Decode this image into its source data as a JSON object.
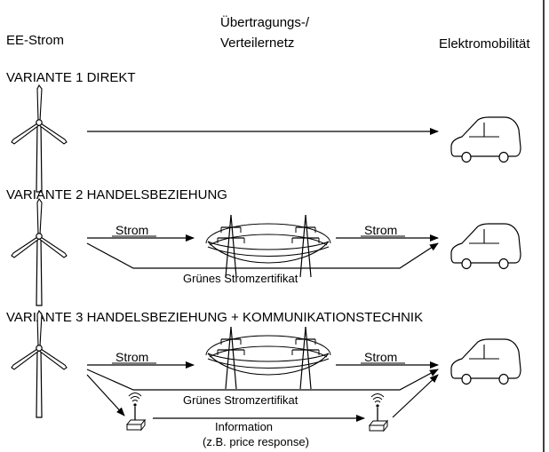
{
  "headers": {
    "source": "EE-Strom",
    "grid_line1": "Übertragungs-/",
    "grid_line2": "Verteilernetz",
    "sink": "Elektromobilität"
  },
  "variants": [
    {
      "title": "VARIANTE 1 DIREKT"
    },
    {
      "title": "VARIANTE 2 HANDELSBEZIEHUNG",
      "strom_left": "Strom",
      "strom_right": "Strom",
      "certificate": "Grünes Stromzertifikat"
    },
    {
      "title": "VARIANTE 3 HANDELSBEZIEHUNG + KOMMUNIKATIONSTECHNIK",
      "strom_left": "Strom",
      "strom_right": "Strom",
      "certificate": "Grünes Stromzertifikat",
      "info_line1": "Information",
      "info_line2": "(z.B. price response)"
    }
  ],
  "icons": [
    "wind-turbine-icon",
    "power-pylon-icon",
    "electric-car-icon",
    "antenna-device-icon"
  ]
}
